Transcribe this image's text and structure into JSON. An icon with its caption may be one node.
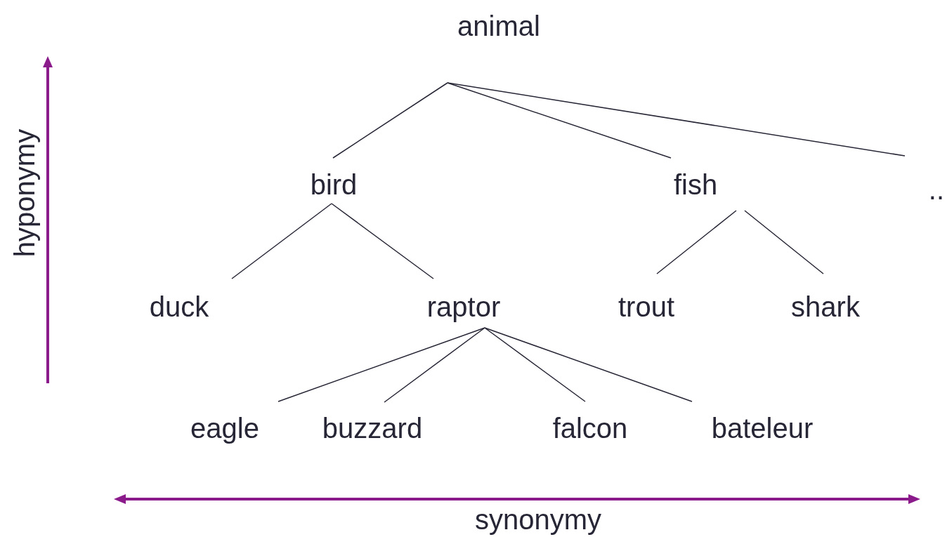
{
  "diagram": {
    "nodes": [
      {
        "text": [
          "animal"
        ]
      },
      {
        "text": [
          "bird"
        ]
      },
      {
        "text": [
          "fish"
        ]
      },
      {
        "text": [
          ".."
        ]
      },
      {
        "text": [
          "duck"
        ]
      },
      {
        "text": [
          "raptor"
        ]
      },
      {
        "text": [
          "trout"
        ]
      },
      {
        "text": [
          "shark"
        ]
      },
      {
        "text": [
          "eagle"
        ]
      },
      {
        "text": [
          "buzzard"
        ]
      },
      {
        "text": [
          "falcon"
        ]
      },
      {
        "text": [
          "bateleur"
        ]
      }
    ],
    "edges": [
      {
        "from": 0,
        "to": 1,
        "arrow": "none"
      },
      {
        "from": 0,
        "to": 2,
        "arrow": "none"
      },
      {
        "from": 0,
        "to": 3,
        "arrow": "none"
      },
      {
        "from": 1,
        "to": 4,
        "arrow": "none"
      },
      {
        "from": 1,
        "to": 5,
        "arrow": "none"
      },
      {
        "from": 2,
        "to": 6,
        "arrow": "none"
      },
      {
        "from": 2,
        "to": 7,
        "arrow": "none"
      },
      {
        "from": 5,
        "to": 8,
        "arrow": "none"
      },
      {
        "from": 5,
        "to": 9,
        "arrow": "none"
      },
      {
        "from": 5,
        "to": 10,
        "arrow": "none"
      },
      {
        "from": 5,
        "to": 11,
        "arrow": "none"
      }
    ],
    "labels": [
      "hyponymy",
      "synonymy"
    ]
  }
}
